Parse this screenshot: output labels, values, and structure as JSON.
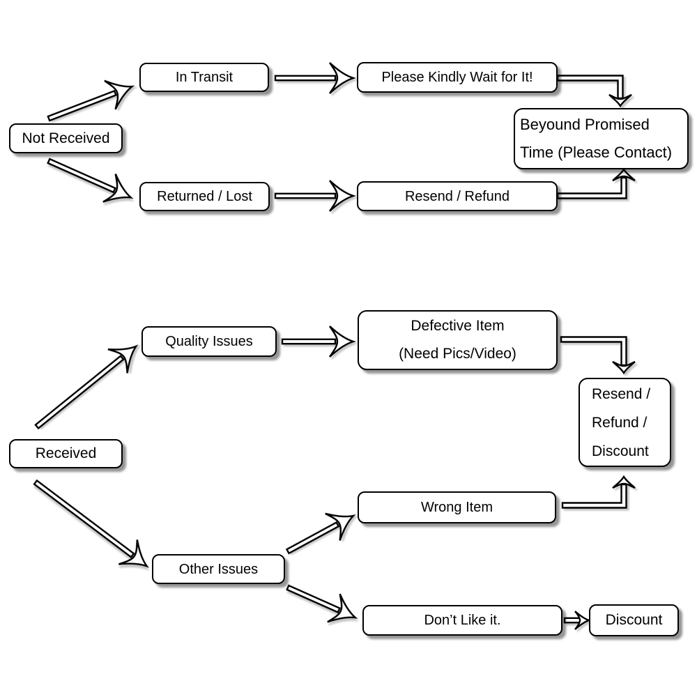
{
  "page": {
    "background": "#ffffff"
  },
  "diagram": {
    "type": "flowchart",
    "colors": {
      "box_fill": "#ffffff",
      "box_border": "#000000",
      "text": "#000000",
      "shadow": "rgba(0,0,0,0.42)",
      "arrow_fill": "#ffffff",
      "arrow_stroke": "#000000"
    },
    "nodes": {
      "not_received": {
        "label": "Not Received"
      },
      "in_transit": {
        "label": "In Transit"
      },
      "please_wait": {
        "label": "Please Kindly Wait for It!"
      },
      "beyond_promised": {
        "lines": [
          "Beyound Promised",
          "Time (Please Contact)"
        ]
      },
      "returned_lost": {
        "label": "Returned / Lost"
      },
      "resend_refund": {
        "label": "Resend / Refund"
      },
      "received": {
        "label": "Received"
      },
      "quality_issues": {
        "label": "Quality Issues"
      },
      "defective_item": {
        "lines": [
          "Defective Item",
          "(Need Pics/Video)"
        ]
      },
      "resend_refund_discount": {
        "lines": [
          "Resend /",
          "Refund /",
          "Discount"
        ]
      },
      "wrong_item": {
        "label": "Wrong Item"
      },
      "other_issues": {
        "label": "Other Issues"
      },
      "dont_like": {
        "label": "Don’t Like it."
      },
      "discount": {
        "label": "Discount"
      }
    },
    "edges": [
      {
        "from": "not_received",
        "to": "in_transit"
      },
      {
        "from": "not_received",
        "to": "returned_lost"
      },
      {
        "from": "in_transit",
        "to": "please_wait"
      },
      {
        "from": "please_wait",
        "to": "beyond_promised"
      },
      {
        "from": "returned_lost",
        "to": "resend_refund"
      },
      {
        "from": "resend_refund",
        "to": "beyond_promised"
      },
      {
        "from": "received",
        "to": "quality_issues"
      },
      {
        "from": "received",
        "to": "other_issues"
      },
      {
        "from": "quality_issues",
        "to": "defective_item"
      },
      {
        "from": "defective_item",
        "to": "resend_refund_discount"
      },
      {
        "from": "other_issues",
        "to": "wrong_item"
      },
      {
        "from": "wrong_item",
        "to": "resend_refund_discount"
      },
      {
        "from": "other_issues",
        "to": "dont_like"
      },
      {
        "from": "dont_like",
        "to": "discount"
      }
    ]
  }
}
